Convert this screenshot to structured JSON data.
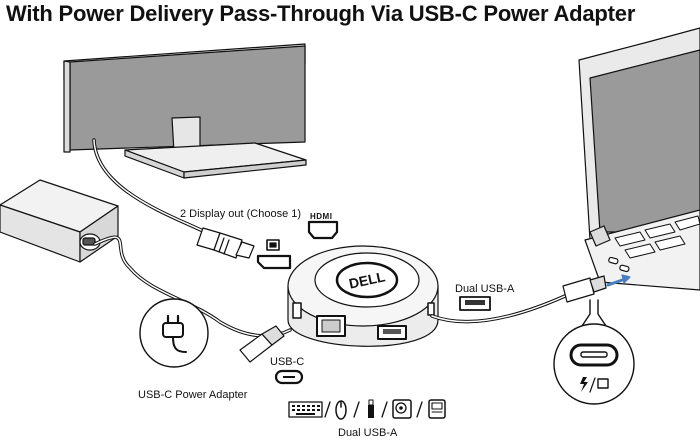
{
  "title": "With Power Delivery Pass-Through Via USB-C Power Adapter",
  "labels": {
    "display_out": "2 Display out (Choose 1)",
    "hdmi": "HDMI",
    "dual_usb_a_top": "Dual USB-A",
    "usb_c": "USB-C",
    "adapter": "USB-C Power Adapter",
    "dual_usb_a_bottom": "Dual USB-A",
    "brand": "DELL"
  },
  "icons": {
    "displayport": "displayport-icon",
    "power_plug": "power-plug-icon",
    "keyboard": "keyboard-icon",
    "mouse": "mouse-icon",
    "usb_drive": "usb-drive-icon",
    "hard_drive": "hard-drive-icon",
    "card_reader": "card-reader-icon",
    "thunderbolt": "thunderbolt-icon"
  },
  "colors": {
    "line": "#111111",
    "monitor": "#ececec",
    "screen": "#9a9a9a",
    "arrow": "#4a7fbf"
  }
}
